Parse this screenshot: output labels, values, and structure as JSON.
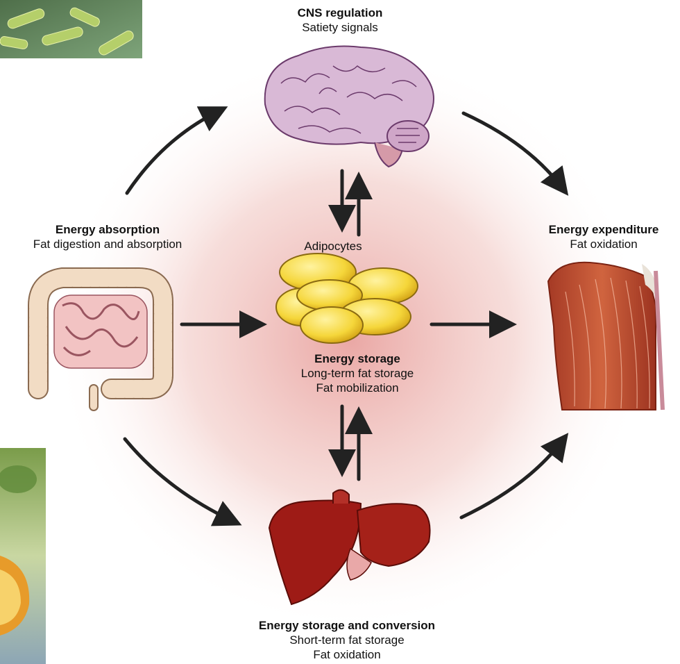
{
  "diagram": {
    "cns": {
      "title": "CNS regulation",
      "subtitle": "Satiety signals"
    },
    "absorption": {
      "title": "Energy absorption",
      "subtitle": "Fat digestion and absorption"
    },
    "expenditure": {
      "title": "Energy expenditure",
      "subtitle": "Fat oxidation"
    },
    "adipocytes_label": "Adipocytes",
    "storage": {
      "title": "Energy storage",
      "line1": "Long-term fat storage",
      "line2": "Fat mobilization"
    },
    "liver": {
      "title": "Energy storage and conversion",
      "line1": "Short-term fat storage",
      "line2": "Fat oxidation"
    }
  },
  "colors": {
    "glow": "#e9a3a0",
    "arrow": "#222222",
    "fat_cell": "#f5d63a",
    "liver": "#9e1b16",
    "muscle": "#b8432a",
    "intestine": "#f2dcc4",
    "brain": "#d7b7d2"
  }
}
